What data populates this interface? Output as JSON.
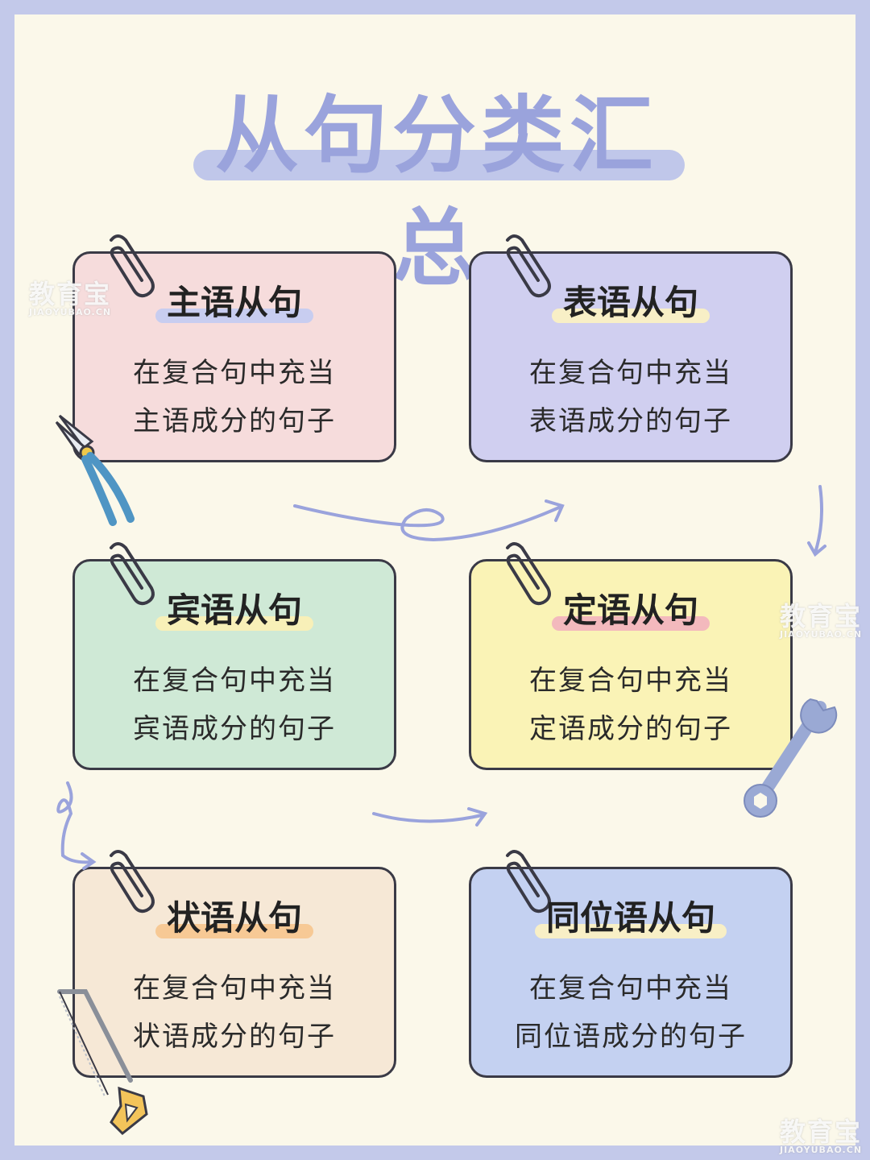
{
  "title": "从句分类汇总",
  "cards": [
    {
      "title": "主语从句",
      "line1": "在复合句中充当",
      "line2": "主语成分的句子",
      "bg": "#f6dcdc",
      "highlight": "#c8cdf0"
    },
    {
      "title": "表语从句",
      "line1": "在复合句中充当",
      "line2": "表语成分的句子",
      "bg": "#d0cff0",
      "highlight": "#f8efc6"
    },
    {
      "title": "宾语从句",
      "line1": "在复合句中充当",
      "line2": "宾语成分的句子",
      "bg": "#cfe9d6",
      "highlight": "#f8f0b8"
    },
    {
      "title": "定语从句",
      "line1": "在复合句中充当",
      "line2": "定语成分的句子",
      "bg": "#faf3b6",
      "highlight": "#f3b9bd"
    },
    {
      "title": "状语从句",
      "line1": "在复合句中充当",
      "line2": "状语成分的句子",
      "bg": "#f6e8d6",
      "highlight": "#f7c995"
    },
    {
      "title": "同位语从句",
      "line1": "在复合句中充当",
      "line2": "同位语成分的句子",
      "bg": "#c4d1f1",
      "highlight": "#f8efc6"
    }
  ],
  "watermark": {
    "main": "教育宝",
    "sub": "JIAOYUBAO.CN"
  },
  "icons": [
    "paperclip-icon",
    "pliers-icon",
    "wrench-icon",
    "hacksaw-icon"
  ],
  "colors": {
    "border": "#c3c9ea",
    "background": "#fbf8ea",
    "title": "#9aa3dc",
    "arrow": "#9aa3dc"
  }
}
